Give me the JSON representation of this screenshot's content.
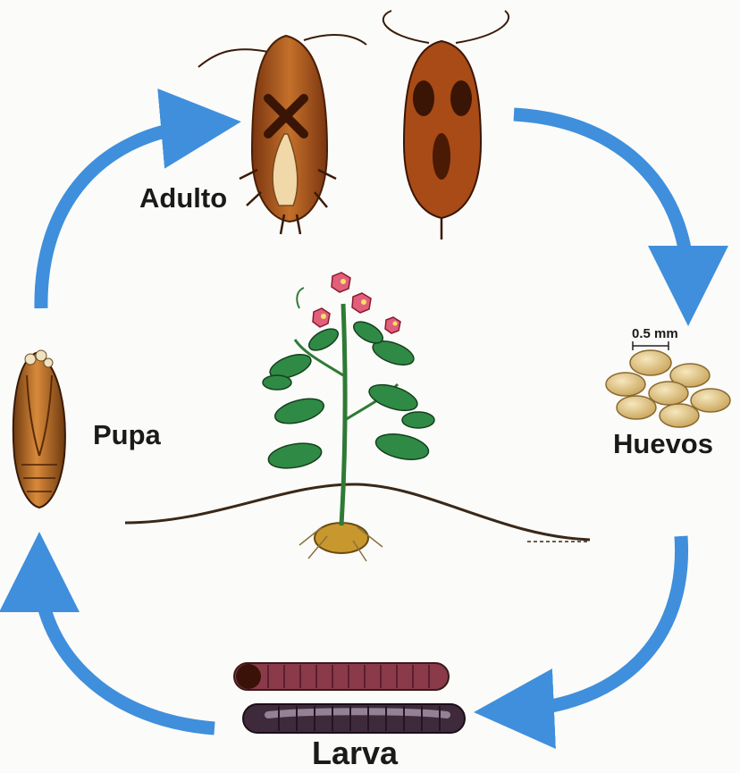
{
  "labels": {
    "adult": "Adulto",
    "pupa": "Pupa",
    "eggs": "Huevos",
    "larva": "Larva",
    "scale": "0.5 mm"
  },
  "icons": {
    "cycle_arrow": "curved-arrow-icon",
    "moth": "moth-icon",
    "egg": "egg-icon",
    "larva": "caterpillar-icon",
    "pupa": "pupa-icon",
    "plant": "potato-plant-icon"
  },
  "colors": {
    "arrow": "#3f8fdc",
    "moth_body": "#a8541c",
    "moth_dark": "#5a2208",
    "egg": "#e3c98d",
    "larva_top": "#8b3a4a",
    "larva_bottom": "#3f2a3c",
    "leaf": "#2f8a45",
    "flower": "#e0607a",
    "soil": "#3a2818",
    "tuber": "#c8982e"
  }
}
